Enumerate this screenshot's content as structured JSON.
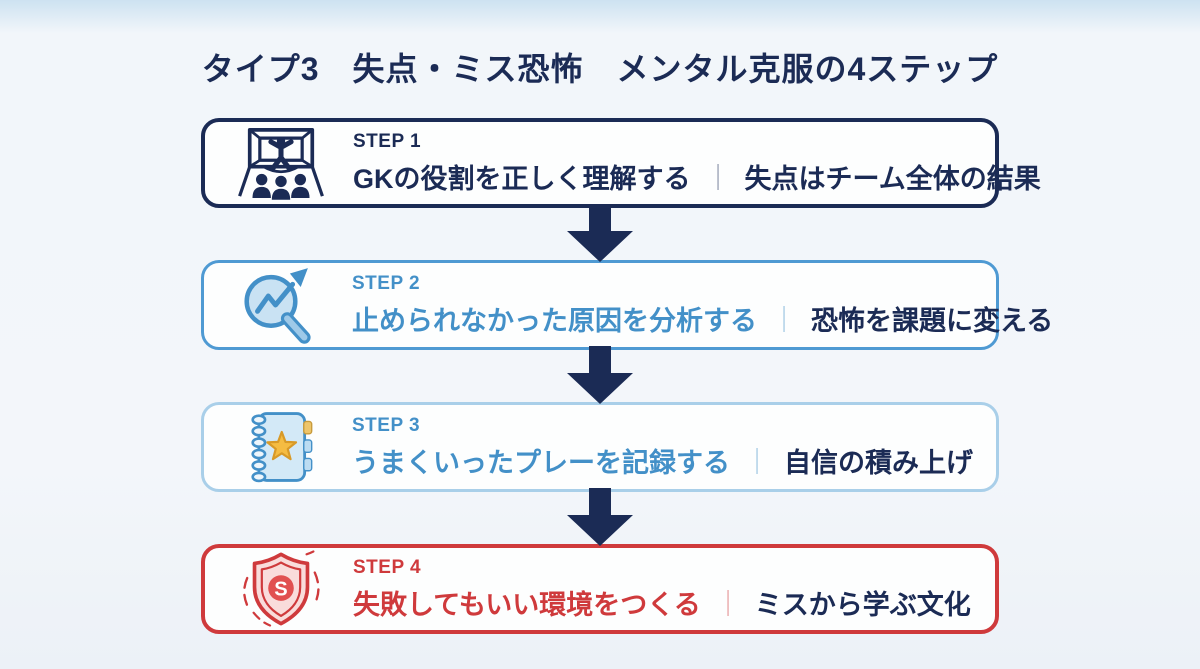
{
  "title": "タイプ3　失点・ミス恐怖　メンタル克服の4ステップ",
  "colors": {
    "navy": "#1b2b55",
    "blue": "#4390c8",
    "light_blue_border": "#a9cfe9",
    "red": "#cf3a3c",
    "arrow": "#1b2b55",
    "box_fill": "#fdfefe",
    "background_top": "#cde2f1",
    "background_main": "#f3f6fa"
  },
  "steps": [
    {
      "label": "STEP 1",
      "phrase1": "GKの役割を正しく理解する",
      "separator": "｜",
      "phrase2": "失点はチーム全体の結果",
      "icon": "goalkeeper-team-icon",
      "accent_color": "#1b2b55",
      "border_color": "#1b2b55"
    },
    {
      "label": "STEP 2",
      "phrase1": "止められなかった原因を分析する",
      "separator": "｜",
      "phrase2": "恐怖を課題に変える",
      "icon": "magnifier-trend-icon",
      "accent_color": "#4390c8",
      "border_color": "#4f9ad3"
    },
    {
      "label": "STEP 3",
      "phrase1": "うまくいったプレーを記録する",
      "separator": "｜",
      "phrase2": "自信の積み上げ",
      "icon": "notebook-star-icon",
      "accent_color": "#4390c8",
      "border_color": "#a9cfe9"
    },
    {
      "label": "STEP 4",
      "phrase1": "失敗してもいい環境をつくる",
      "separator": "｜",
      "phrase2": "ミスから学ぶ文化",
      "icon": "shield-s-icon",
      "icon_letter": "S",
      "accent_color": "#cf3a3c",
      "border_color": "#cf3a3c"
    }
  ]
}
